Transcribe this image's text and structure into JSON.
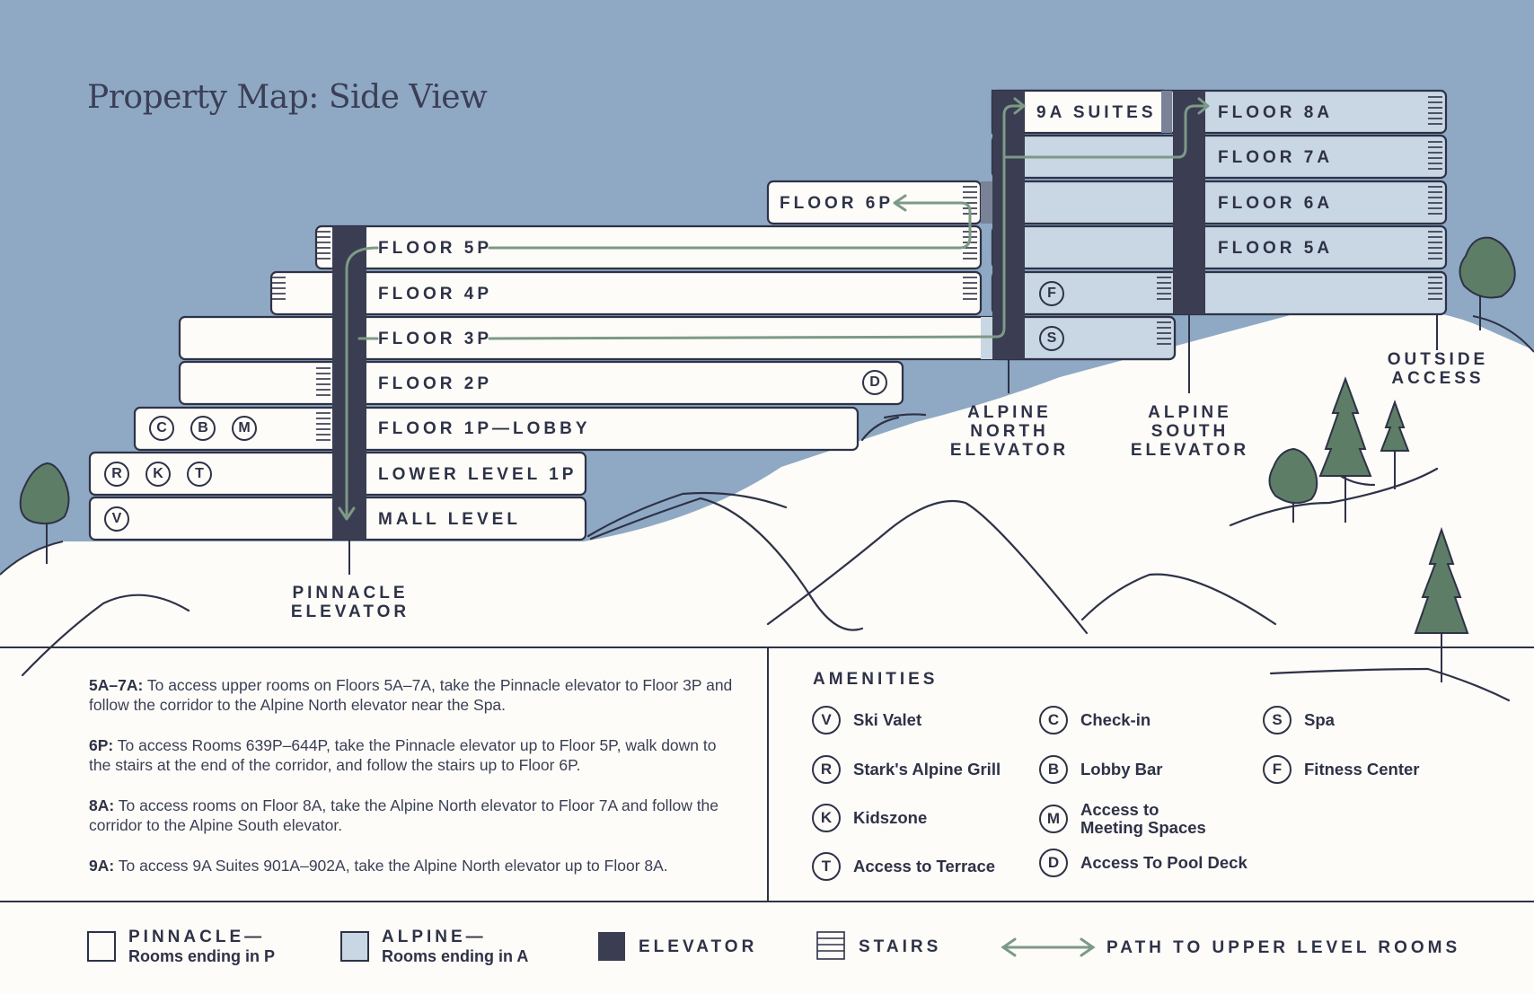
{
  "title": "Property Map: Side View",
  "floors": {
    "f9a": "9A SUITES",
    "f8a": "FLOOR 8A",
    "f7a": "FLOOR 7A",
    "f6a": "FLOOR 6A",
    "f5a": "FLOOR 5A",
    "f6p": "FLOOR 6P",
    "f5p": "FLOOR 5P",
    "f4p": "FLOOR 4P",
    "f3p": "FLOOR 3P",
    "f2p": "FLOOR 2P",
    "f1p": "FLOOR 1P—LOBBY",
    "ll1p": "LOWER LEVEL 1P",
    "mall": "MALL LEVEL"
  },
  "elevators": {
    "pinnacle": "PINNACLE\nELEVATOR",
    "alpine_north": "ALPINE\nNORTH\nELEVATOR",
    "alpine_south": "ALPINE\nSOUTH\nELEVATOR",
    "outside": "OUTSIDE\nACCESS"
  },
  "badges": {
    "c": "C",
    "b": "B",
    "m": "M",
    "r": "R",
    "k": "K",
    "t": "T",
    "v": "V",
    "d": "D",
    "f": "F",
    "s": "S"
  },
  "notes": [
    {
      "key": "5A–7A:",
      "text": " To access upper rooms on Floors 5A–7A, take the Pinnacle elevator to Floor 3P and follow the corridor to the Alpine North elevator near the Spa."
    },
    {
      "key": "6P:",
      "text": " To access Rooms 639P–644P, take the Pinnacle elevator up to Floor 5P, walk down to the stairs at the end of the corridor, and follow the stairs up to Floor 6P."
    },
    {
      "key": "8A:",
      "text": " To access rooms on Floor 8A, take the Alpine North elevator to Floor 7A and follow the corridor to the Alpine South elevator."
    },
    {
      "key": "9A:",
      "text": " To access 9A Suites 901A–902A, take the Alpine North elevator up to Floor 8A."
    }
  ],
  "amenities": {
    "title": "AMENITIES",
    "items": [
      {
        "code": "V",
        "label": "Ski Valet"
      },
      {
        "code": "R",
        "label": "Stark's Alpine Grill"
      },
      {
        "code": "K",
        "label": "Kidszone"
      },
      {
        "code": "T",
        "label": "Access to Terrace"
      },
      {
        "code": "C",
        "label": "Check-in"
      },
      {
        "code": "B",
        "label": "Lobby Bar"
      },
      {
        "code": "M",
        "label": "Access to Meeting Spaces"
      },
      {
        "code": "D",
        "label": "Access To Pool Deck"
      },
      {
        "code": "S",
        "label": "Spa"
      },
      {
        "code": "F",
        "label": "Fitness Center"
      }
    ]
  },
  "legend": {
    "pinnacle_title": "PINNACLE—",
    "pinnacle_sub": "Rooms ending in P",
    "alpine_title": "ALPINE—",
    "alpine_sub": "Rooms ending in A",
    "elevator": "ELEVATOR",
    "stairs": "STAIRS",
    "path": "PATH TO UPPER LEVEL ROOMS"
  },
  "colors": {
    "sky": "#8fa9c4",
    "ground": "#fdfcf8",
    "ink": "#2e3247",
    "alpine_fill": "#c9d6e3",
    "elevator": "#3b3d52",
    "path": "#7c9a86",
    "tree": "#5e7d67"
  }
}
